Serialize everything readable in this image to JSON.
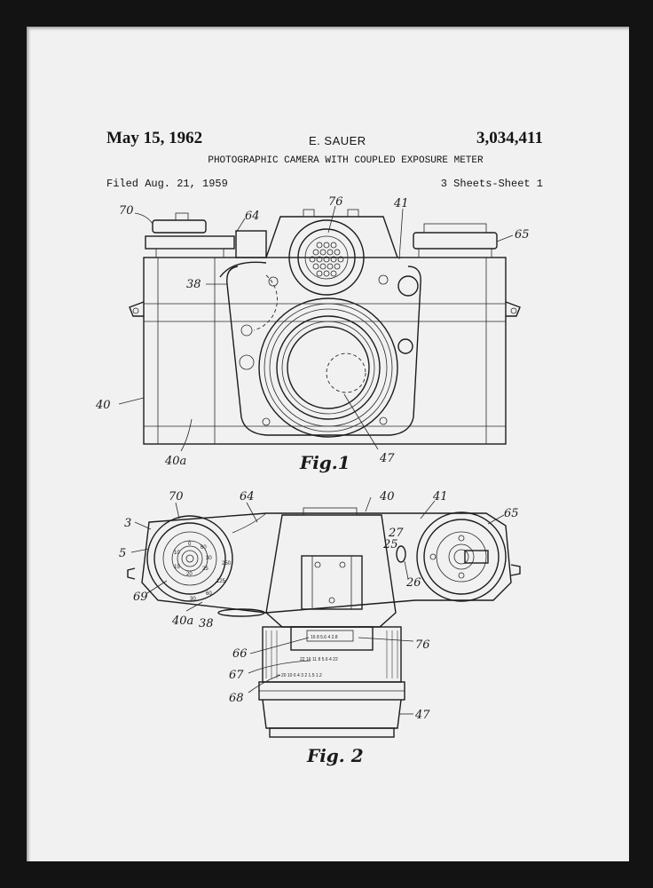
{
  "document": {
    "type": "patent drawing",
    "date": "May 15, 1962",
    "inventor": "E. SAUER",
    "patent_number": "3,034,411",
    "title": "PHOTOGRAPHIC CAMERA WITH COUPLED EXPOSURE METER",
    "filed": "Filed Aug. 21, 1959",
    "sheets": "3 Sheets-Sheet 1"
  },
  "figures": [
    {
      "caption": "Fig.1",
      "labels": [
        "70",
        "64",
        "76",
        "41",
        "65",
        "38",
        "40",
        "40a",
        "47"
      ]
    },
    {
      "caption": "Fig. 2",
      "labels": [
        "3",
        "70",
        "64",
        "40",
        "41",
        "65",
        "5",
        "27",
        "25",
        "26",
        "69",
        "40a",
        "38",
        "66",
        "76",
        "67",
        "68",
        "47"
      ]
    }
  ],
  "frame": {
    "color": "#131313",
    "paper_color": "#f1f1f1"
  }
}
